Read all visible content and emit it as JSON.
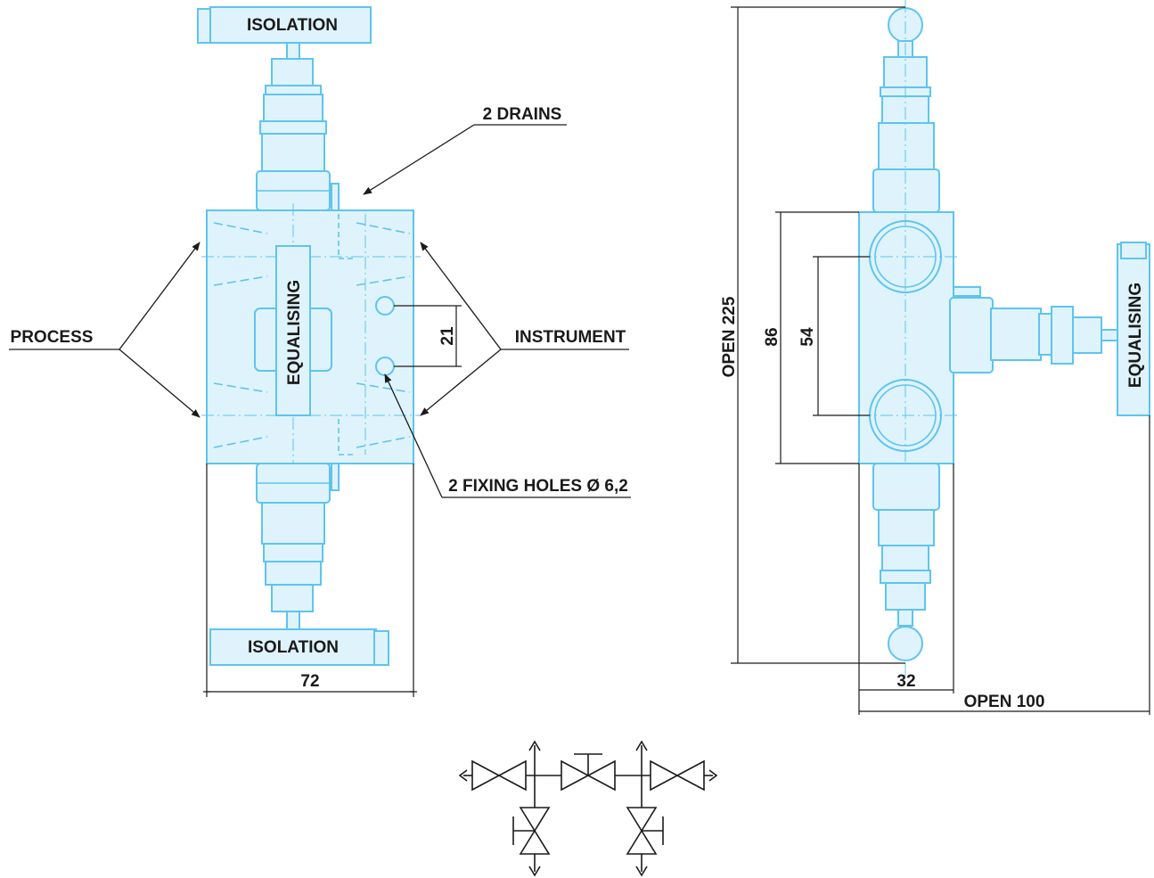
{
  "labels": {
    "isolation_top": "ISOLATION",
    "isolation_bottom": "ISOLATION",
    "equalising_front": "EQUALISING",
    "equalising_side": "EQUALISING",
    "drains": "2 DRAINS",
    "process": "PROCESS",
    "instrument": "INSTRUMENT",
    "fixing_holes": "2 FIXING HOLES Ø 6,2"
  },
  "dimensions": {
    "width_front": "72",
    "hole_spacing": "21",
    "open_height": "OPEN 225",
    "body_height": "86",
    "port_spacing": "54",
    "body_depth": "32",
    "open_width": "OPEN 100"
  },
  "colors": {
    "part_outline": "#5ec4ef",
    "part_fill": "#dff3fc",
    "annotation": "#1a1a1a"
  }
}
